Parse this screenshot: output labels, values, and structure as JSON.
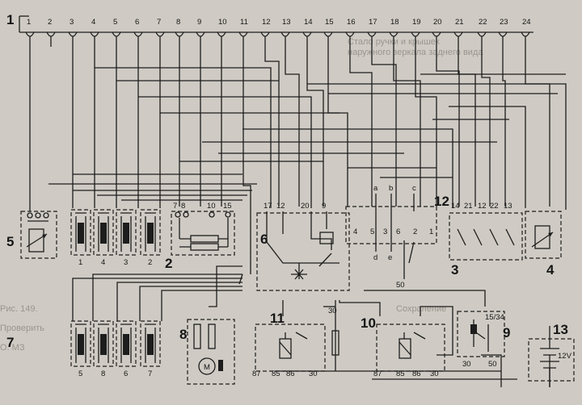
{
  "terminals_top": [
    "1",
    "2",
    "3",
    "4",
    "5",
    "6",
    "7",
    "8",
    "9",
    "10",
    "11",
    "12",
    "13",
    "14",
    "15",
    "16",
    "17",
    "18",
    "19",
    "20",
    "21",
    "22",
    "23",
    "24"
  ],
  "blocks": {
    "b1": "1",
    "b2": "2",
    "b3": "3",
    "b4": "4",
    "b5": "5",
    "b6": "6",
    "b7": "7",
    "b8": "8",
    "b9": "9",
    "b10": "10",
    "b11": "11",
    "b12": "12",
    "b13": "13"
  },
  "relays_top_pins": [
    "1",
    "4",
    "3",
    "2"
  ],
  "relays_bottom_pins": [
    "5",
    "8",
    "6",
    "7"
  ],
  "block2_pins": [
    "7",
    "8",
    "10",
    "15"
  ],
  "block6_pins": [
    "17",
    "12",
    "20",
    "9"
  ],
  "middle_pins": [
    "4",
    "5",
    "3",
    "6",
    "2",
    "1"
  ],
  "middle_letters_top": [
    "a",
    "b",
    "c"
  ],
  "middle_letters_bottom": [
    "d",
    "e"
  ],
  "label_50": "50",
  "block3_pins": [
    "14",
    "21",
    "12",
    "22",
    "13"
  ],
  "relay11_pins": [
    "87",
    "85",
    "86",
    "30"
  ],
  "relay10_pins": [
    "87",
    "85",
    "86",
    "30"
  ],
  "label_30_fuse": "30",
  "block9_pins": [
    "30",
    "50"
  ],
  "block9_top": "15/34",
  "battery_voltage": "12V"
}
